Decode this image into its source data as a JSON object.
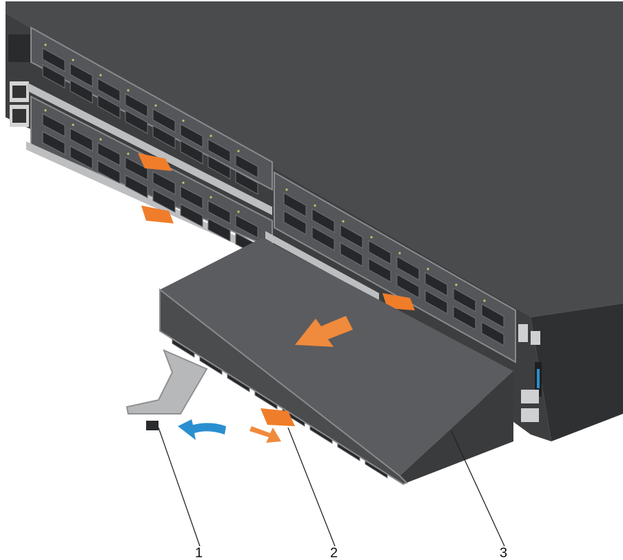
{
  "colors": {
    "chassis_top": "#4a4b4d",
    "chassis_front": "#3d3e40",
    "chassis_side": "#2f3032",
    "bezel": "#6b6c6f",
    "module_top": "#5b5c5f",
    "module_front": "#4b4c4e",
    "module_side": "#3a3b3d",
    "port": "#26272a",
    "latch_orange": "#f07d2a",
    "handle_gray": "#b7b8ba",
    "arrow_blue": "#2a8fd0",
    "arrow_orange": "#f08a3c",
    "callout_line": "#222222",
    "led_green": "#a8d36a"
  },
  "icons": [
    "chassis-unit",
    "removable-module",
    "release-handle",
    "orange-latch",
    "direction-arrow",
    "curved-rotation-arrow",
    "qsfp-port"
  ],
  "callouts": [
    {
      "label": "1"
    },
    {
      "label": "2"
    },
    {
      "label": "3"
    }
  ]
}
